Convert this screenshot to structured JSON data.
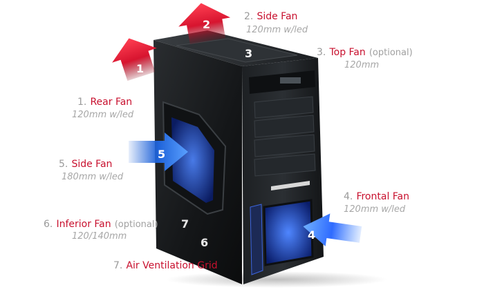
{
  "labels": [
    {
      "num": "1.",
      "name": "Rear Fan",
      "opt": "",
      "sub": "120mm w/led"
    },
    {
      "num": "2.",
      "name": "Side Fan",
      "opt": "",
      "sub": "120mm w/led"
    },
    {
      "num": "3.",
      "name": "Top Fan",
      "opt": "(optional)",
      "sub": "120mm"
    },
    {
      "num": "4.",
      "name": "Frontal Fan",
      "opt": "",
      "sub": "120mm w/led"
    },
    {
      "num": "5.",
      "name": "Side Fan",
      "opt": "",
      "sub": "180mm w/led"
    },
    {
      "num": "6.",
      "name": "Inferior Fan",
      "opt": "(optional)",
      "sub": "120/140mm"
    },
    {
      "num": "7.",
      "name": "Air Ventilation Grid",
      "opt": "",
      "sub": ""
    }
  ],
  "markers": [
    "1",
    "2",
    "3",
    "4",
    "5",
    "6",
    "7"
  ],
  "colors": {
    "accent_red": "#c8102e",
    "arrow_blue": "#1f63d9",
    "case_black": "#151719",
    "led_blue": "#2f6bff"
  },
  "icons": {
    "red_arrow": "arrow-up-icon",
    "blue_arrow": "arrow-right-icon"
  }
}
